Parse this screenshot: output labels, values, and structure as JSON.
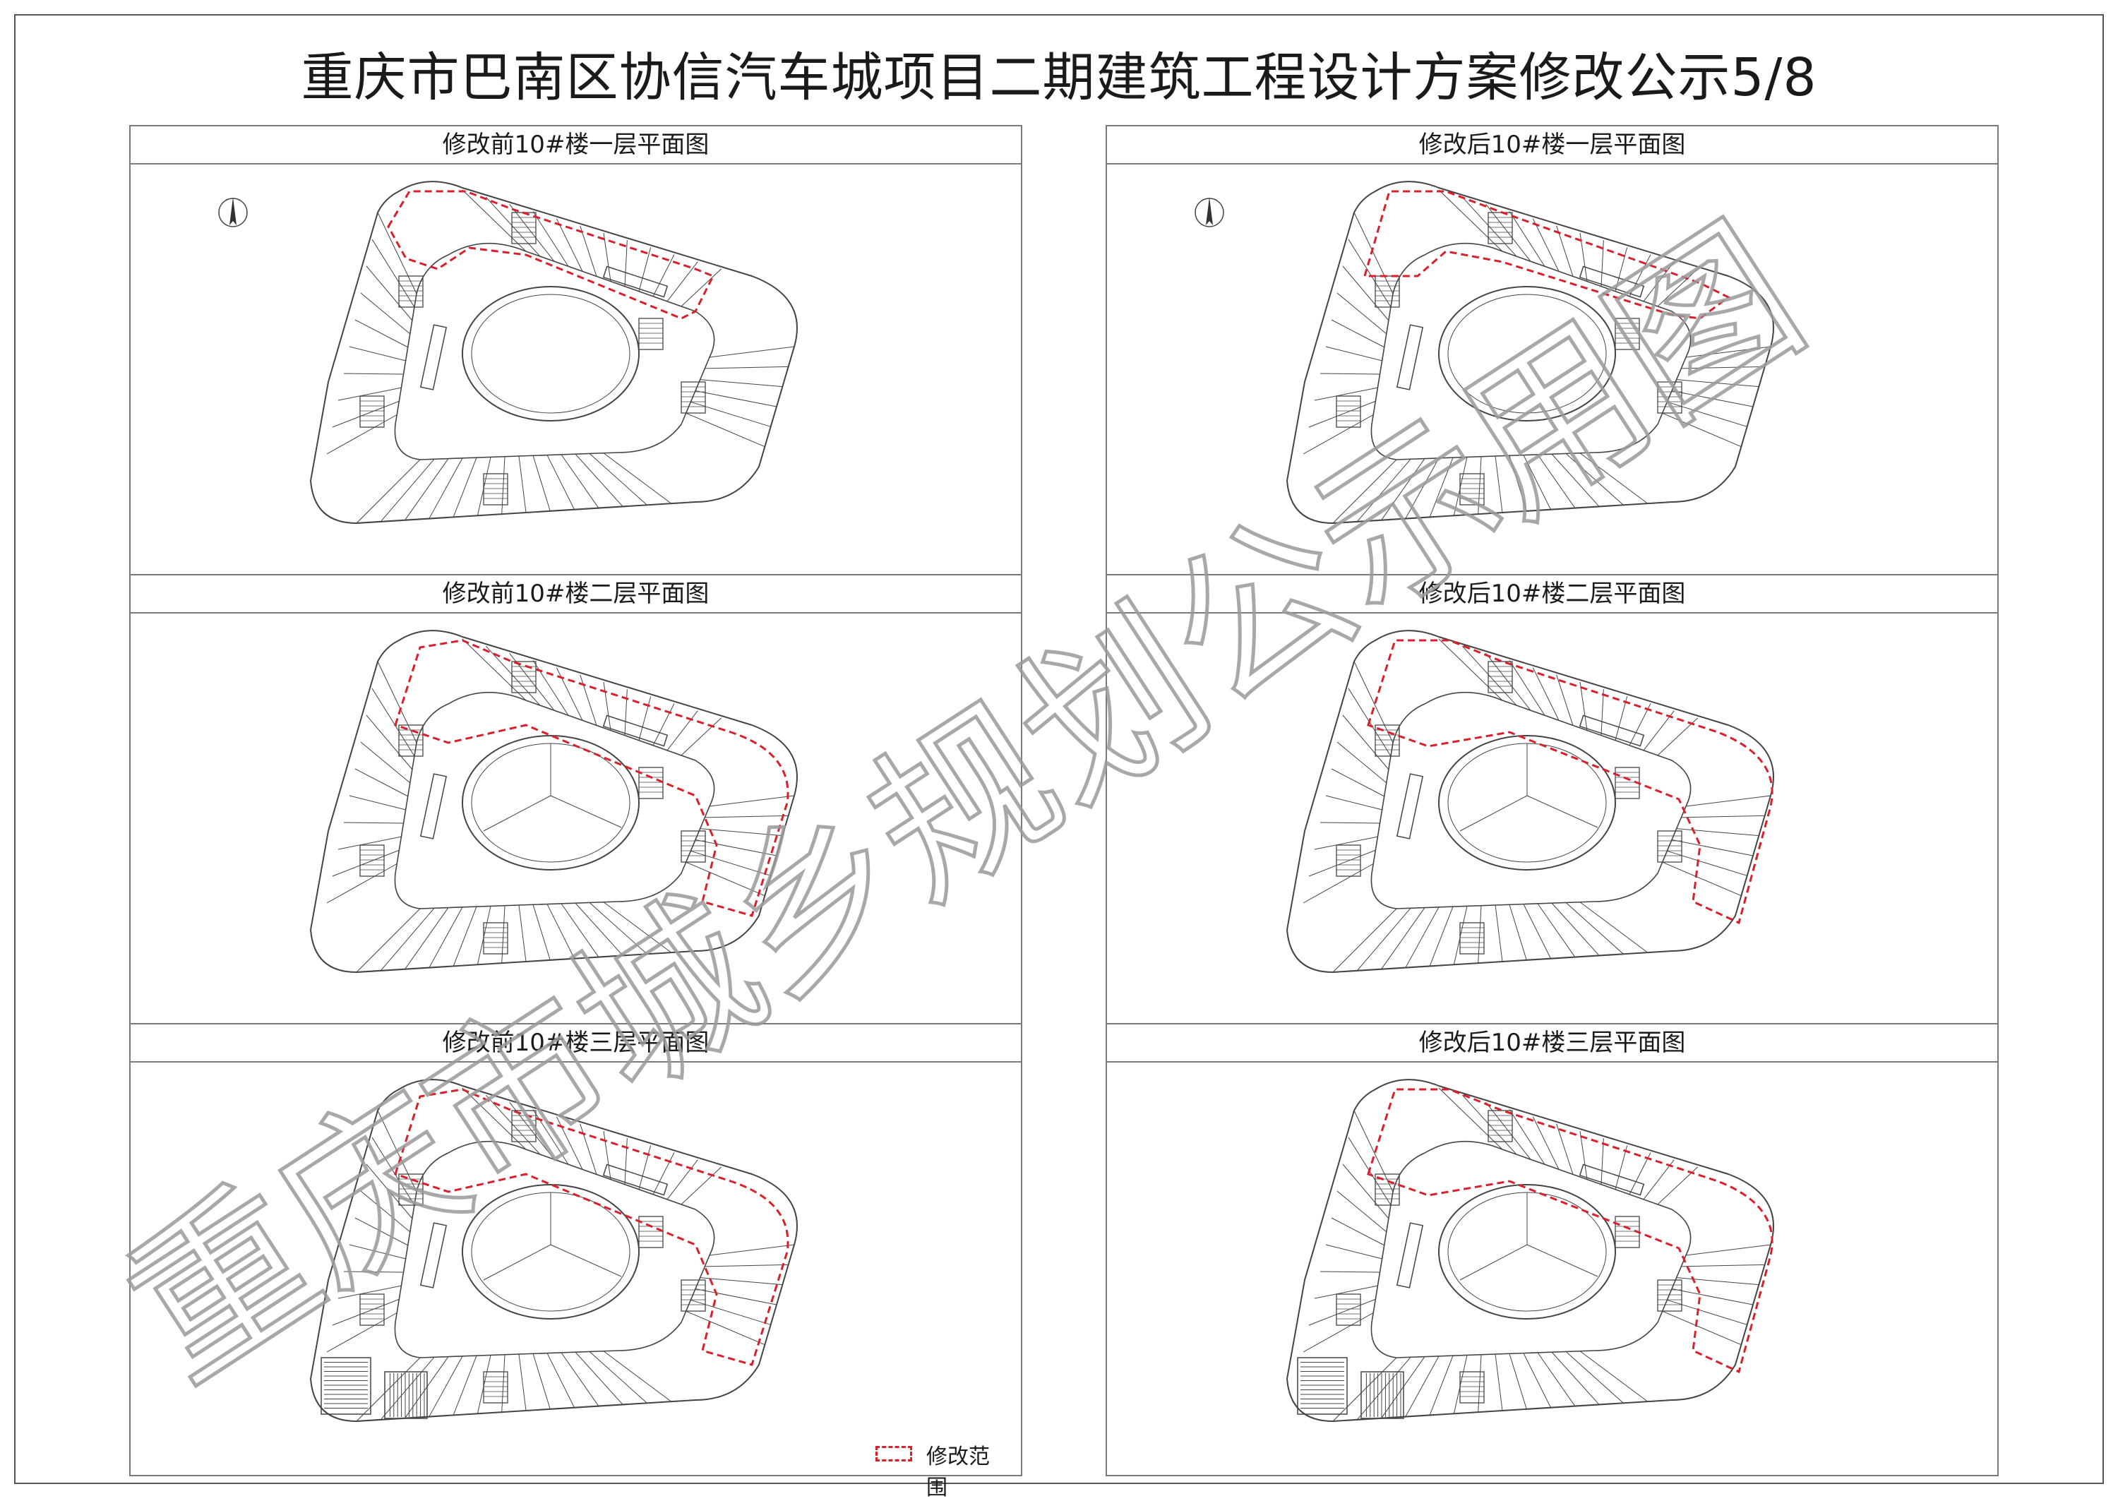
{
  "title": "重庆市巴南区协信汽车城项目二期建筑工程设计方案修改公示5/8",
  "panels": [
    {
      "label": "修改前10#楼一层平面图",
      "stage": "before",
      "floor": 1
    },
    {
      "label": "修改后10#楼一层平面图",
      "stage": "after",
      "floor": 1
    },
    {
      "label": "修改前10#楼二层平面图",
      "stage": "before",
      "floor": 2
    },
    {
      "label": "修改后10#楼二层平面图",
      "stage": "after",
      "floor": 2
    },
    {
      "label": "修改前10#楼三层平面图",
      "stage": "before",
      "floor": 3
    },
    {
      "label": "修改后10#楼三层平面图",
      "stage": "after",
      "floor": 3
    }
  ],
  "legend": {
    "label": "修改范围",
    "color": "#d9202a"
  },
  "watermark": {
    "text": "重庆市城乡规划公示用图",
    "color": "#9a9a9a"
  },
  "colors": {
    "line": "#444444",
    "accent": "#d9202a"
  }
}
